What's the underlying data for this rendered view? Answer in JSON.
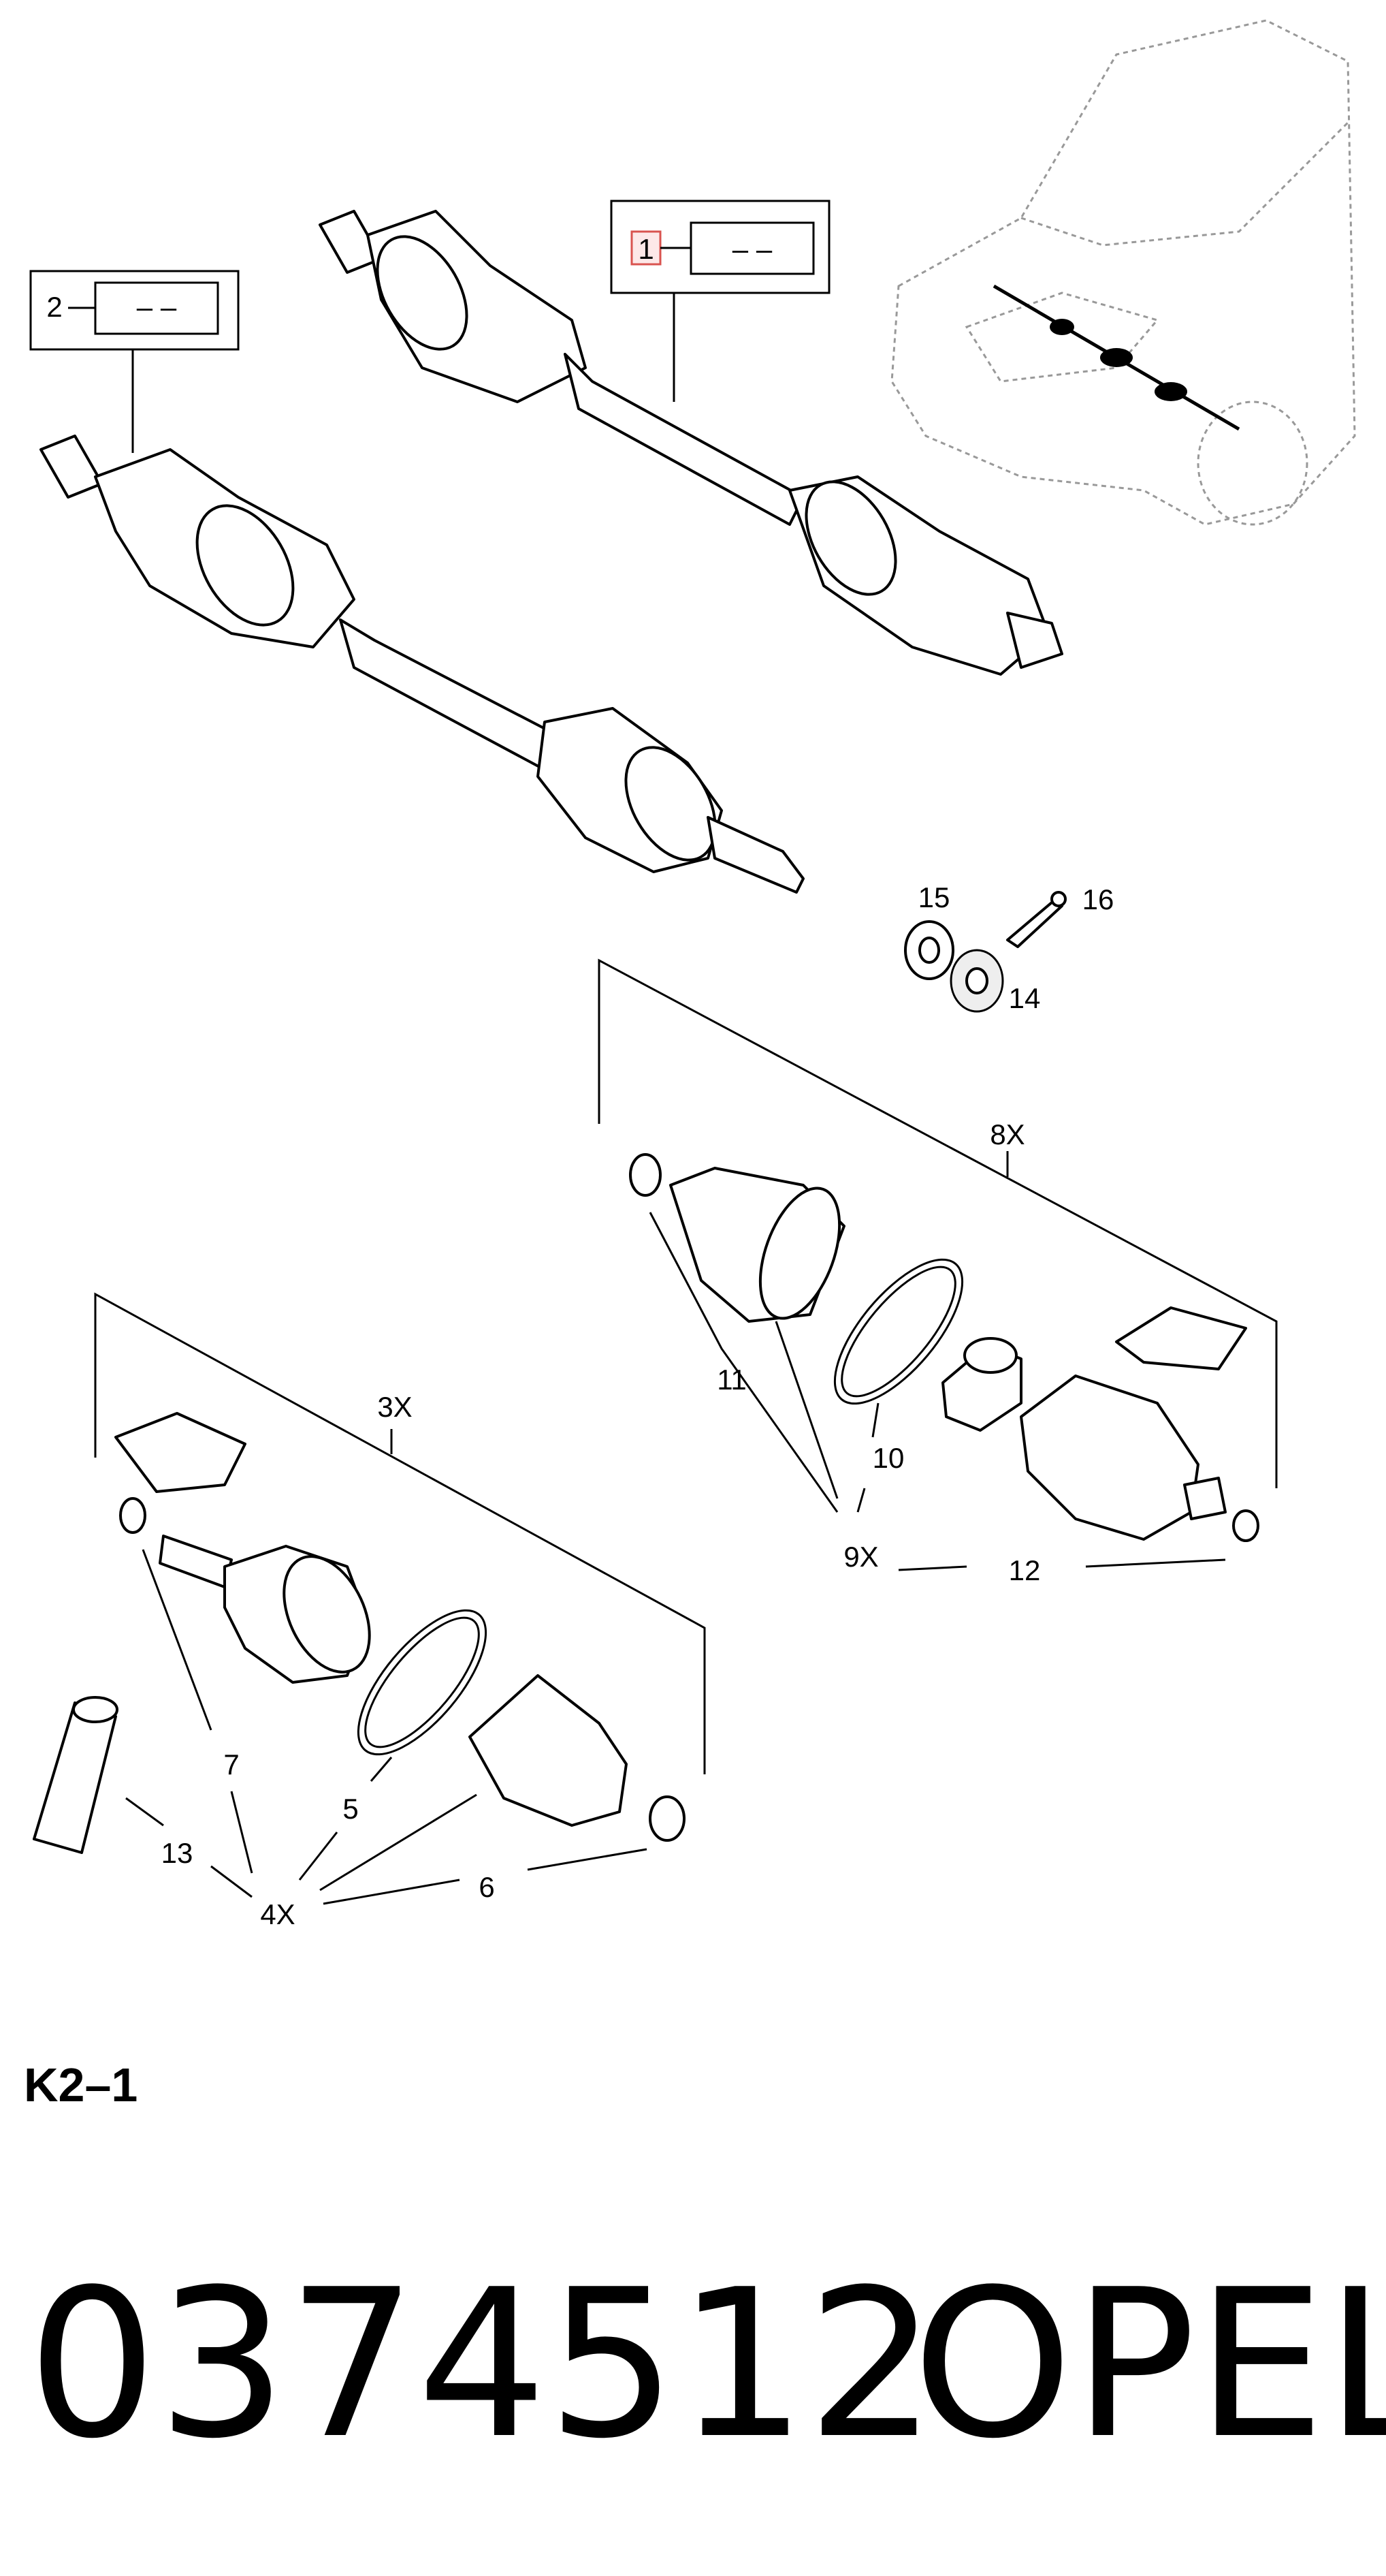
{
  "diagram": {
    "ref_boxes": [
      {
        "number": "1",
        "value": "– –",
        "highlighted": true
      },
      {
        "number": "2",
        "value": "– –",
        "highlighted": false
      }
    ],
    "callouts": {
      "c3x": "3X",
      "c4x": "4X",
      "c5": "5",
      "c6": "6",
      "c7": "7",
      "c8x": "8X",
      "c9x": "9X",
      "c10": "10",
      "c11": "11",
      "c12": "12",
      "c13": "13",
      "c14": "14",
      "c15": "15",
      "c16": "16"
    },
    "section_code": "K2–1"
  },
  "footer": {
    "part_number": "0374512",
    "brand": "OPEL"
  },
  "colors": {
    "ink": "#000000",
    "highlight_fill": "#fde8e8",
    "highlight_stroke": "#d9534f"
  }
}
